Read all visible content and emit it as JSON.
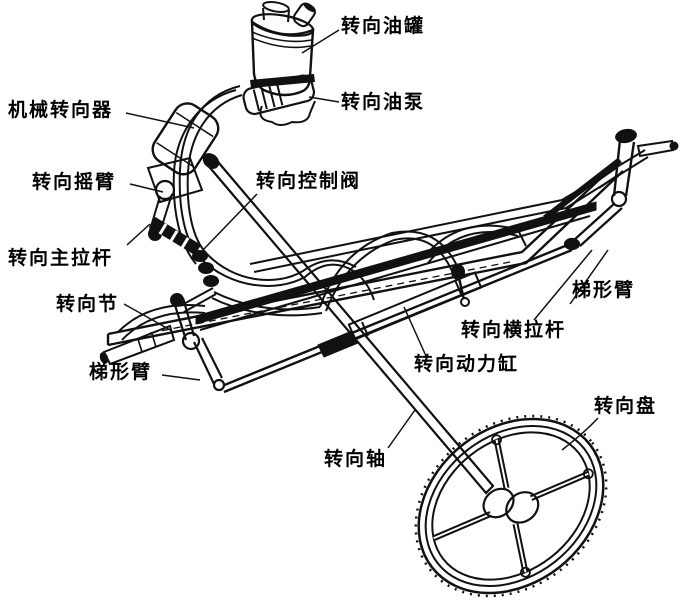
{
  "diagram": {
    "subject": "hydraulic power steering system cutaway line drawing",
    "ink_color": "#111111",
    "background_color": "#ffffff",
    "labels": {
      "reservoir": "转向油罐",
      "pump": "转向油泵",
      "gear": "机械转向器",
      "pitman_arm": "转向摇臂",
      "control_valve": "转向控制阀",
      "drag_link": "转向主拉杆",
      "knuckle": "转向节",
      "trapezoid_arm_left": "梯形臂",
      "trapezoid_arm_right": "梯形臂",
      "tie_rod": "转向横拉杆",
      "power_cylinder": "转向动力缸",
      "steering_shaft": "转向轴",
      "steering_wheel": "转向盘"
    }
  }
}
